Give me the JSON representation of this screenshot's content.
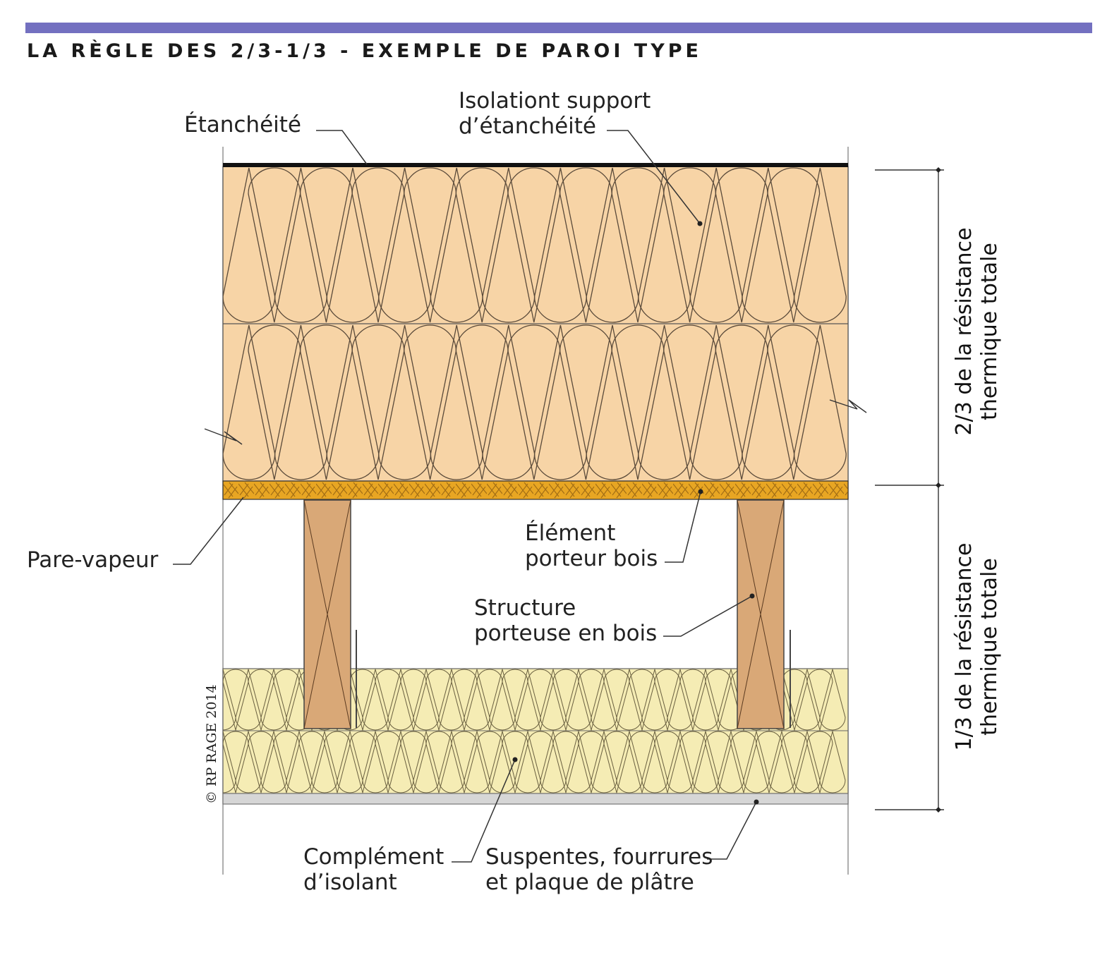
{
  "header": {
    "title": "LA RÈGLE DES 2/3-1/3 - EXEMPLE DE PAROI TYPE",
    "accent_color": "#7370c0"
  },
  "labels": {
    "etancheite": "Étanchéité",
    "isolant_support": [
      "Isolationt support",
      "d’étanchéité"
    ],
    "pare_vapeur": "Pare-vapeur",
    "element_porteur": [
      "Élément",
      "porteur bois"
    ],
    "structure": [
      "Structure",
      "porteuse en bois"
    ],
    "complement": [
      "Complément",
      "d’isolant"
    ],
    "suspentes": [
      "Suspentes, fourrures",
      "et plaque de plâtre"
    ]
  },
  "dimensions": {
    "upper": [
      "2/3 de la résistance",
      "thermique totale"
    ],
    "lower": [
      "1/3 de la résistance",
      "thermique totale"
    ]
  },
  "copyright": "© RP RAGE 2014",
  "colors": {
    "upper_insulation": "#f7d4a6",
    "lower_insulation": "#f5ecb4",
    "osb_panel": "#e8a623",
    "wood_beam": "#d9a877",
    "plasterboard": "#d6d6d6"
  }
}
